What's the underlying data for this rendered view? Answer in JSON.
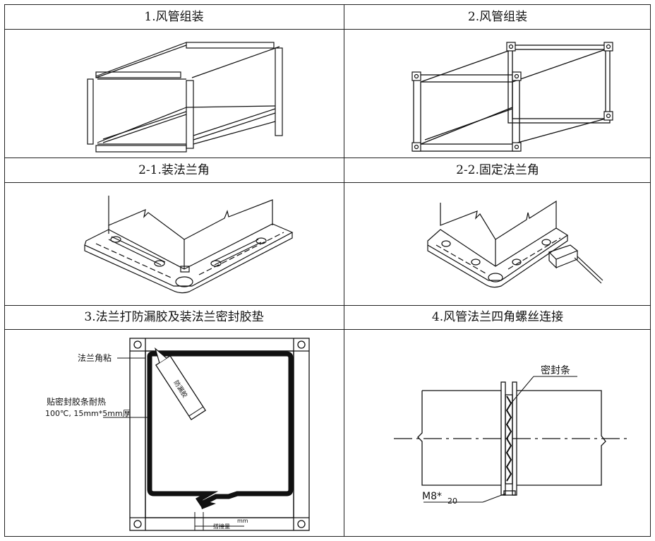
{
  "steps": [
    {
      "title": "1.风管组装"
    },
    {
      "title": "2.风管组装"
    },
    {
      "title": "2-1.装法兰角"
    },
    {
      "title": "2-2.固定法兰角"
    },
    {
      "title": "3.法兰打防漏胶及装法兰密封胶垫"
    },
    {
      "title": "4.风管法兰四角螺丝连接"
    }
  ],
  "labels": {
    "flange_corner_glue": "法兰角粘",
    "gasket_line1": "贴密封胶条耐热",
    "gasket_line2": "100℃, 15mm*5mm厚",
    "sealant_tube": "防漏胶",
    "dimension_text": "搭接量",
    "dimension_unit": "mm",
    "sealing_strip": "密封条",
    "bolt_prefix": "M8*",
    "bolt_length": "20"
  }
}
